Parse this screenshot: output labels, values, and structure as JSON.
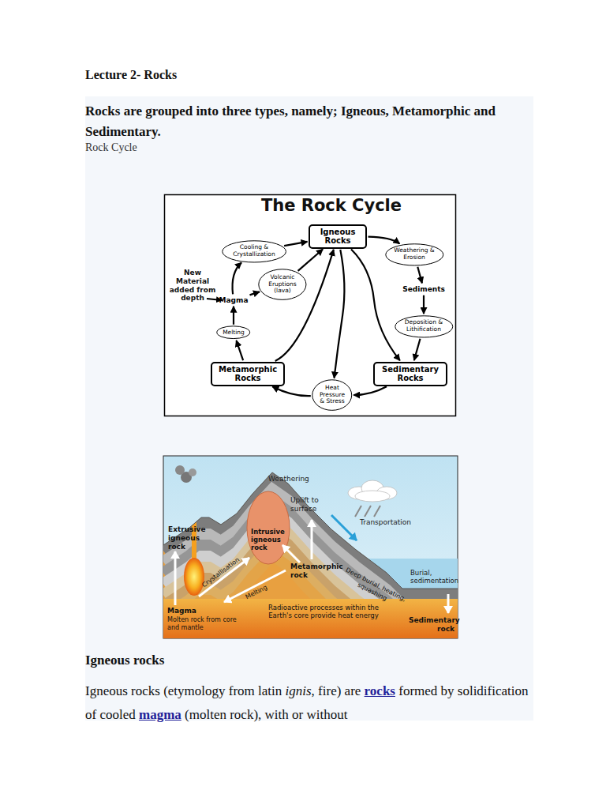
{
  "diagram": {
    "title": "Lecture 2- Rocks",
    "nodes": [
      {
        "text": [
          "Igneous Rocks"
        ]
      },
      {
        "text": [
          "Weathering & Erosion"
        ]
      },
      {
        "text": [
          "Sediments"
        ]
      },
      {
        "text": [
          "Deposition & Lithification"
        ]
      },
      {
        "text": [
          "Sedimentary Rocks"
        ]
      },
      {
        "text": [
          "Heat Pressure & Stress"
        ]
      },
      {
        "text": [
          "Metamorphic Rocks"
        ]
      },
      {
        "text": [
          "Melting"
        ]
      },
      {
        "text": [
          "Magma"
        ]
      },
      {
        "text": [
          "Cooling & Crystallization"
        ]
      },
      {
        "text": [
          "Volcanic Eruptions (lava)"
        ]
      }
    ],
    "edges": [
      {
        "from": 0,
        "to": 1,
        "arrow": "to"
      },
      {
        "from": 1,
        "to": 2,
        "arrow": "to"
      },
      {
        "from": 2,
        "to": 3,
        "arrow": "to"
      },
      {
        "from": 3,
        "to": 4,
        "arrow": "to"
      },
      {
        "from": 4,
        "to": 5,
        "arrow": "to"
      },
      {
        "from": 5,
        "to": 6,
        "arrow": "to"
      },
      {
        "from": 6,
        "to": 7,
        "arrow": "to"
      },
      {
        "from": 7,
        "to": 8,
        "arrow": "to"
      },
      {
        "from": 8,
        "to": 9,
        "arrow": "to"
      },
      {
        "from": 9,
        "to": 0,
        "arrow": "to"
      },
      {
        "from": 8,
        "to": 10,
        "arrow": "to"
      },
      {
        "from": 10,
        "to": 0,
        "arrow": "to"
      },
      {
        "from": 6,
        "to": 0,
        "arrow": "to"
      },
      {
        "from": 0,
        "to": 4,
        "arrow": "to"
      },
      {
        "from": 0,
        "to": 5,
        "arrow": "to"
      }
    ],
    "labels": [
      "Rocks are grouped into three types, namely; Igneous, Metamorphic and Sedimentary.",
      "Rock Cycle",
      "The Rock Cycle",
      "New Material added from depth",
      "Weathering",
      "Uplift to surface",
      "Transportation",
      "Extrusive igneous rock",
      "Intrusive igneous rock",
      "Metamorphic rock",
      "Burial, sedimentation",
      "Deep burial, heating, squashing",
      "Crystallisation",
      "Melting",
      "Magma",
      "Molten rock from core and mantle",
      "Radioactive processes within the Earth's core provide heat energy",
      "Sedimentary rock",
      "Igneous rocks",
      "Igneous rocks (etymology from latin",
      "ignis",
      ", fire) are",
      "rocks",
      "formed by solidification of cooled",
      "magma",
      "(molten rock), with or without"
    ]
  }
}
